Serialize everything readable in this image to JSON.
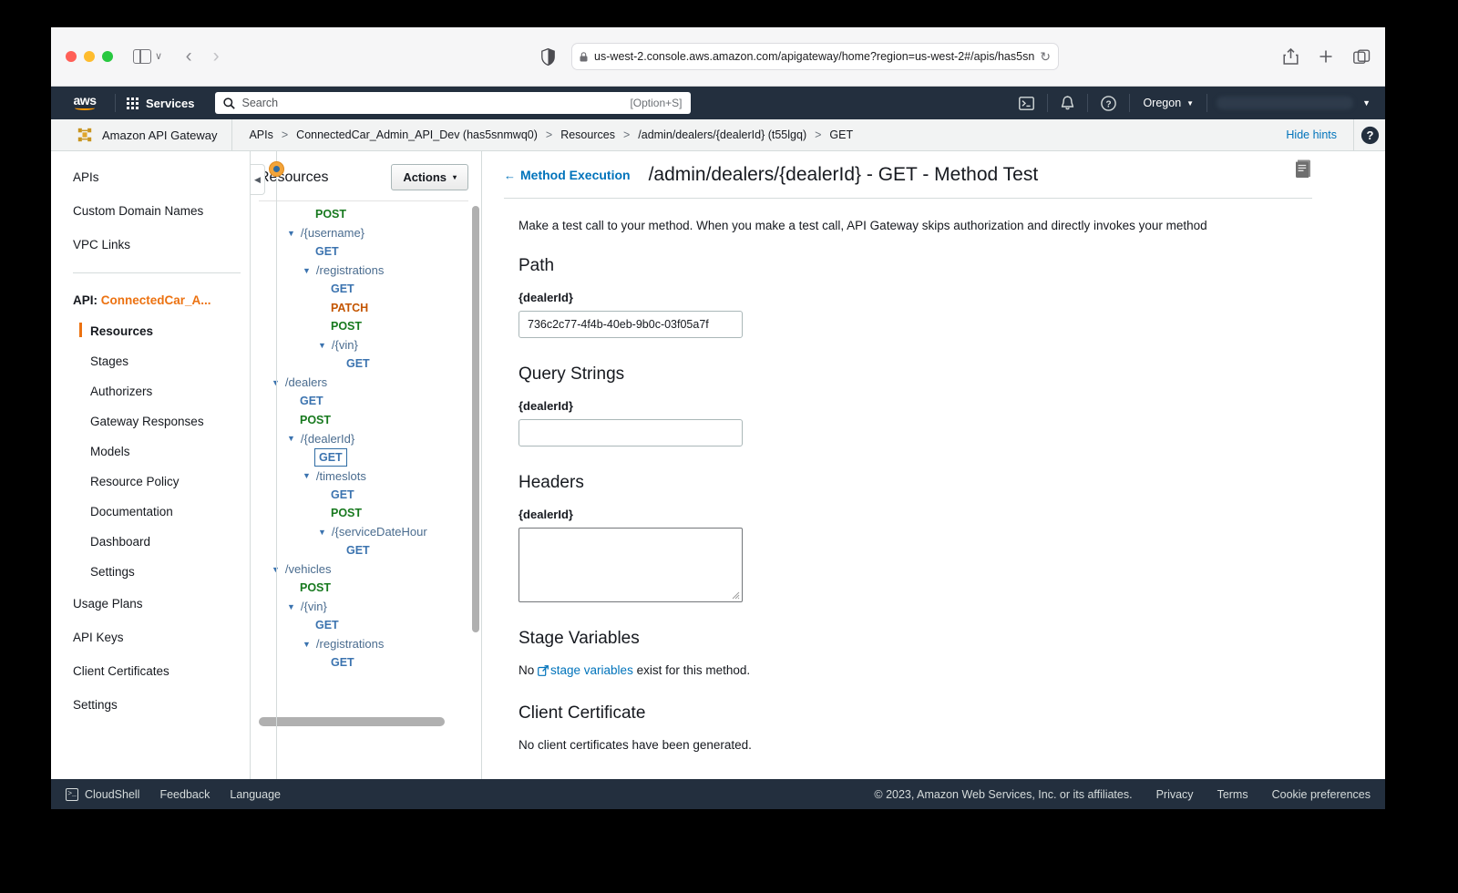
{
  "browser": {
    "url": "us-west-2.console.aws.amazon.com/apigateway/home?region=us-west-2#/apis/has5sn",
    "back_arrow": "‹",
    "forward_arrow": "›",
    "sidebar_caret": "∨",
    "reload_glyph": "↻"
  },
  "aws_nav": {
    "logo_text": "aws",
    "services_label": "Services",
    "search_placeholder": "Search",
    "search_hint": "[Option+S]",
    "region": "Oregon",
    "region_caret": "▼"
  },
  "breadcrumb": {
    "service_name": "Amazon API Gateway",
    "items": [
      "APIs",
      "ConnectedCar_Admin_API_Dev (has5snmwq0)",
      "Resources",
      "/admin/dealers/{dealerId} (t55lgq)",
      "GET"
    ],
    "separator": ">",
    "hide_hints": "Hide hints"
  },
  "left_nav": {
    "top_items": [
      "APIs",
      "Custom Domain Names",
      "VPC Links"
    ],
    "api_label": "API:",
    "api_name": "ConnectedCar_A...",
    "sub_items": [
      "Resources",
      "Stages",
      "Authorizers",
      "Gateway Responses",
      "Models",
      "Resource Policy",
      "Documentation",
      "Dashboard",
      "Settings"
    ],
    "active_sub": "Resources",
    "bottom_items": [
      "Usage Plans",
      "API Keys",
      "Client Certificates",
      "Settings"
    ],
    "collapse_glyph": "◀"
  },
  "resources_panel": {
    "title": "Resources",
    "actions_label": "Actions",
    "actions_caret": "▾",
    "tree": [
      {
        "indent": 2,
        "type": "method",
        "label": "POST"
      },
      {
        "indent": 1,
        "type": "path",
        "label": "/{username}"
      },
      {
        "indent": 2,
        "type": "method",
        "label": "GET"
      },
      {
        "indent": 2,
        "type": "path",
        "label": "/registrations"
      },
      {
        "indent": 3,
        "type": "method",
        "label": "GET"
      },
      {
        "indent": 3,
        "type": "method",
        "label": "PATCH"
      },
      {
        "indent": 3,
        "type": "method",
        "label": "POST"
      },
      {
        "indent": 3,
        "type": "path",
        "label": "/{vin}"
      },
      {
        "indent": 4,
        "type": "method",
        "label": "GET"
      },
      {
        "indent": 0,
        "type": "path",
        "label": "/dealers"
      },
      {
        "indent": 1,
        "type": "method",
        "label": "GET"
      },
      {
        "indent": 1,
        "type": "method",
        "label": "POST"
      },
      {
        "indent": 1,
        "type": "path",
        "label": "/{dealerId}"
      },
      {
        "indent": 2,
        "type": "method",
        "label": "GET",
        "selected": true
      },
      {
        "indent": 2,
        "type": "path",
        "label": "/timeslots"
      },
      {
        "indent": 3,
        "type": "method",
        "label": "GET"
      },
      {
        "indent": 3,
        "type": "method",
        "label": "POST"
      },
      {
        "indent": 3,
        "type": "path",
        "label": "/{serviceDateHour"
      },
      {
        "indent": 4,
        "type": "method",
        "label": "GET"
      },
      {
        "indent": 0,
        "type": "path",
        "label": "/vehicles"
      },
      {
        "indent": 1,
        "type": "method",
        "label": "POST"
      },
      {
        "indent": 1,
        "type": "path",
        "label": "/{vin}"
      },
      {
        "indent": 2,
        "type": "method",
        "label": "GET"
      },
      {
        "indent": 2,
        "type": "path",
        "label": "/registrations"
      },
      {
        "indent": 3,
        "type": "method",
        "label": "GET"
      }
    ]
  },
  "main": {
    "back_link": "Method Execution",
    "back_arrow": "←",
    "title": "/admin/dealers/{dealerId} - GET - Method Test",
    "intro": "Make a test call to your method. When you make a test call, API Gateway skips authorization and directly invokes your method",
    "sections": {
      "path": {
        "heading": "Path",
        "field_label": "{dealerId}",
        "value": "736c2c77-4f4b-40eb-9b0c-03f05a7f",
        "placeholder": ""
      },
      "query_strings": {
        "heading": "Query Strings",
        "field_label": "{dealerId}",
        "value": "",
        "placeholder": ""
      },
      "headers": {
        "heading": "Headers",
        "field_label": "{dealerId}",
        "value": ""
      },
      "stage_variables": {
        "heading": "Stage Variables",
        "note_prefix": "No ",
        "link_text": "stage variables",
        "note_suffix": " exist for this method."
      },
      "client_certificate": {
        "heading": "Client Certificate",
        "note": "No client certificates have been generated."
      }
    }
  },
  "footer": {
    "cloudshell": "CloudShell",
    "feedback": "Feedback",
    "language": "Language",
    "copyright": "© 2023, Amazon Web Services, Inc. or its affiliates.",
    "privacy": "Privacy",
    "terms": "Terms",
    "cookie_preferences": "Cookie preferences"
  },
  "colors": {
    "aws_navy": "#232f3e",
    "aws_orange": "#ec7211",
    "link_blue": "#0073bb",
    "get_blue": "#3b73af",
    "post_green": "#17791e",
    "patch_orange": "#c45500"
  }
}
